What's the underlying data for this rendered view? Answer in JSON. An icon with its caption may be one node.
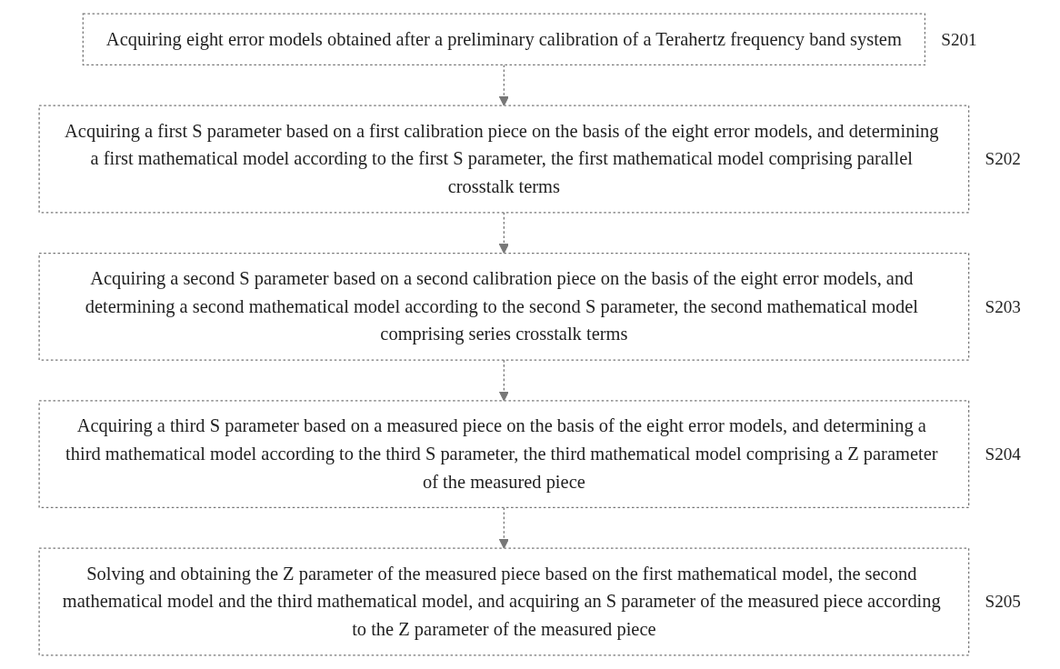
{
  "diagram": {
    "nodes": [
      {
        "text": [
          "Acquiring eight error models obtained after a preliminary calibration of a Terahertz frequency band system"
        ],
        "beside": [
          "S201"
        ]
      },
      {
        "text": [
          "Acquiring a first S parameter based on a first calibration piece on the basis of the eight error models, and determining a first mathematical model according to the first S parameter, the first mathematical model comprising parallel crosstalk terms"
        ],
        "beside": [
          "S202"
        ]
      },
      {
        "text": [
          "Acquiring a second S parameter based on a second calibration piece on the basis of the eight error models, and determining a second mathematical model according to the second S parameter, the second mathematical model comprising series crosstalk terms"
        ],
        "beside": [
          "S203"
        ]
      },
      {
        "text": [
          "Acquiring a third S parameter based on a measured piece on the basis of the eight error models, and determining a third mathematical model according to the third S parameter, the third mathematical model comprising a Z parameter of the measured piece"
        ],
        "beside": [
          "S204"
        ]
      },
      {
        "text": [
          "Solving and obtaining the Z parameter of the measured piece based on the first mathematical model, the second mathematical model and the third mathematical model, and acquiring an S parameter of the measured piece according to the Z parameter of the measured piece"
        ],
        "beside": [
          "S205"
        ]
      }
    ],
    "edges": [
      {
        "from": 0,
        "to": 1,
        "arrow": "to",
        "style": "dashed"
      },
      {
        "from": 1,
        "to": 2,
        "arrow": "to",
        "style": "dashed"
      },
      {
        "from": 2,
        "to": 3,
        "arrow": "to",
        "style": "dashed"
      },
      {
        "from": 3,
        "to": 4,
        "arrow": "to",
        "style": "dashed"
      }
    ]
  }
}
